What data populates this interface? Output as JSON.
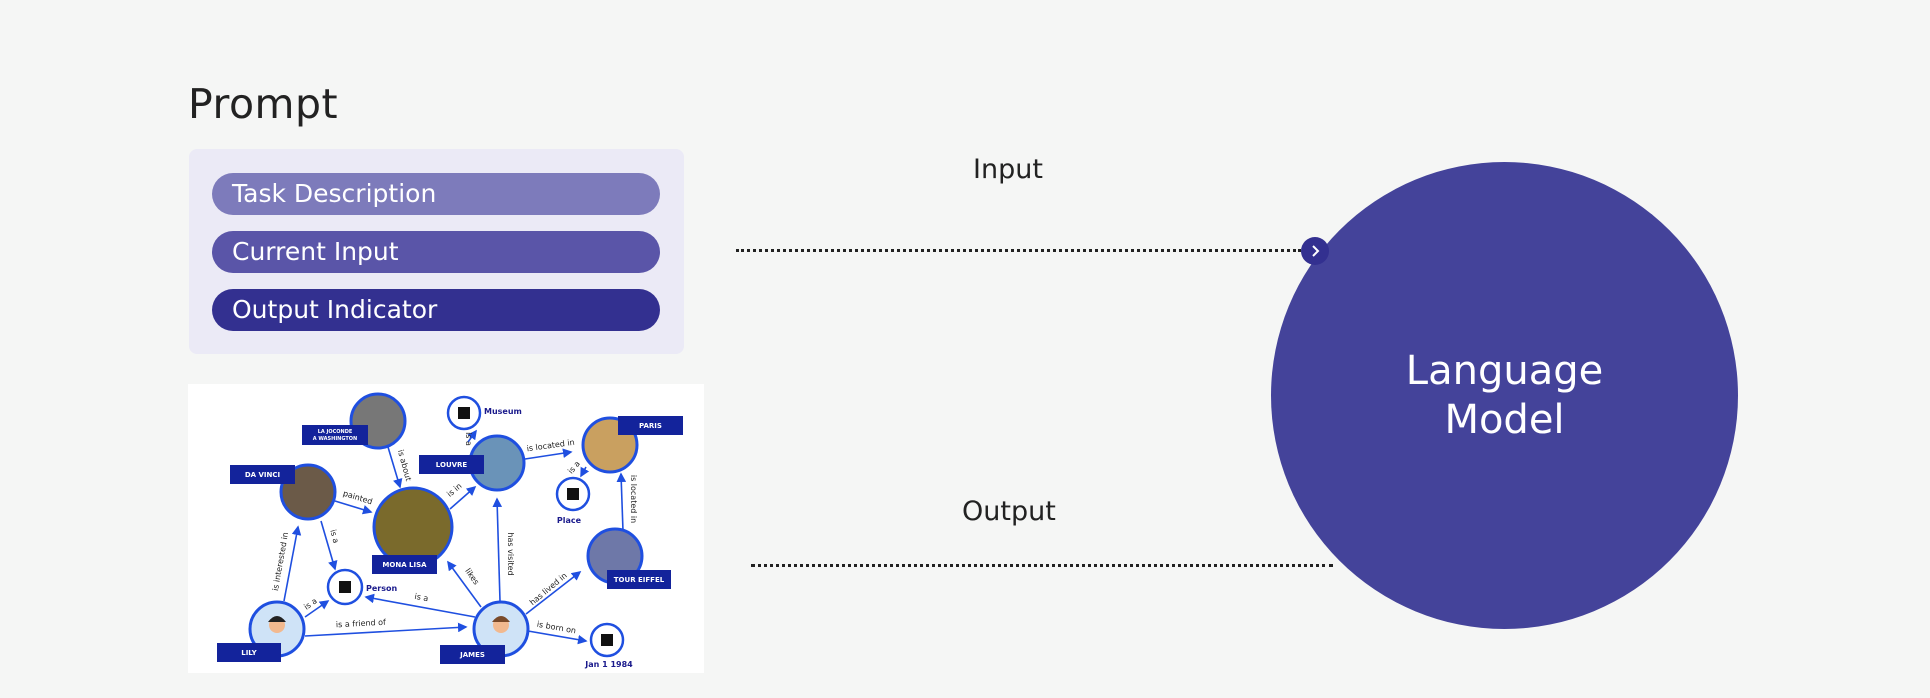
{
  "prompt": {
    "title": "Prompt",
    "components": [
      "Task Description",
      "Current Input",
      "Output Indicator"
    ]
  },
  "flow": {
    "input_label": "Input",
    "output_label": "Output"
  },
  "model": {
    "line1": "Language",
    "line2": "Model"
  },
  "colors": {
    "task": "#7d7bbb",
    "input": "#5a55a8",
    "output": "#333090",
    "model": "#44439a",
    "graph_blue": "#1f4fe0",
    "graph_label": "#1a1a8c"
  },
  "knowledge_graph": {
    "nodes": [
      {
        "id": "joconde",
        "label": "LA JOCONDE\nA WASHINGTON",
        "kind": "photo"
      },
      {
        "id": "museum",
        "label": "Museum",
        "kind": "icon",
        "icon": "museum-icon"
      },
      {
        "id": "louvre",
        "label": "LOUVRE",
        "kind": "photo"
      },
      {
        "id": "paris",
        "label": "PARIS",
        "kind": "photo"
      },
      {
        "id": "place",
        "label": "Place",
        "kind": "icon",
        "icon": "building-icon"
      },
      {
        "id": "davinci",
        "label": "DA VINCI",
        "kind": "photo"
      },
      {
        "id": "monalisa",
        "label": "MONA LISA",
        "kind": "photo"
      },
      {
        "id": "person",
        "label": "Person",
        "kind": "icon",
        "icon": "people-icon"
      },
      {
        "id": "eiffel",
        "label": "TOUR EIFFEL",
        "kind": "photo"
      },
      {
        "id": "lily",
        "label": "LILY",
        "kind": "avatar"
      },
      {
        "id": "james",
        "label": "JAMES",
        "kind": "avatar"
      },
      {
        "id": "date",
        "label": "Jan 1 1984",
        "kind": "icon",
        "icon": "calendar-icon"
      }
    ],
    "edges": [
      {
        "from": "joconde",
        "to": "monalisa",
        "label": "is about"
      },
      {
        "from": "louvre",
        "to": "museum",
        "label": "is a"
      },
      {
        "from": "louvre",
        "to": "paris",
        "label": "is located in"
      },
      {
        "from": "paris",
        "to": "place",
        "label": "is a"
      },
      {
        "from": "eiffel",
        "to": "paris",
        "label": "is located in"
      },
      {
        "from": "davinci",
        "to": "monalisa",
        "label": "painted"
      },
      {
        "from": "davinci",
        "to": "person",
        "label": "is a"
      },
      {
        "from": "monalisa",
        "to": "louvre",
        "label": "is in"
      },
      {
        "from": "lily",
        "to": "davinci",
        "label": "is interested in"
      },
      {
        "from": "lily",
        "to": "person",
        "label": "is a"
      },
      {
        "from": "lily",
        "to": "james",
        "label": "is a friend of"
      },
      {
        "from": "james",
        "to": "person",
        "label": "is a"
      },
      {
        "from": "james",
        "to": "monalisa",
        "label": "likes"
      },
      {
        "from": "james",
        "to": "louvre",
        "label": "has visited"
      },
      {
        "from": "james",
        "to": "eiffel",
        "label": "has lived in"
      },
      {
        "from": "james",
        "to": "date",
        "label": "is born on"
      }
    ]
  }
}
